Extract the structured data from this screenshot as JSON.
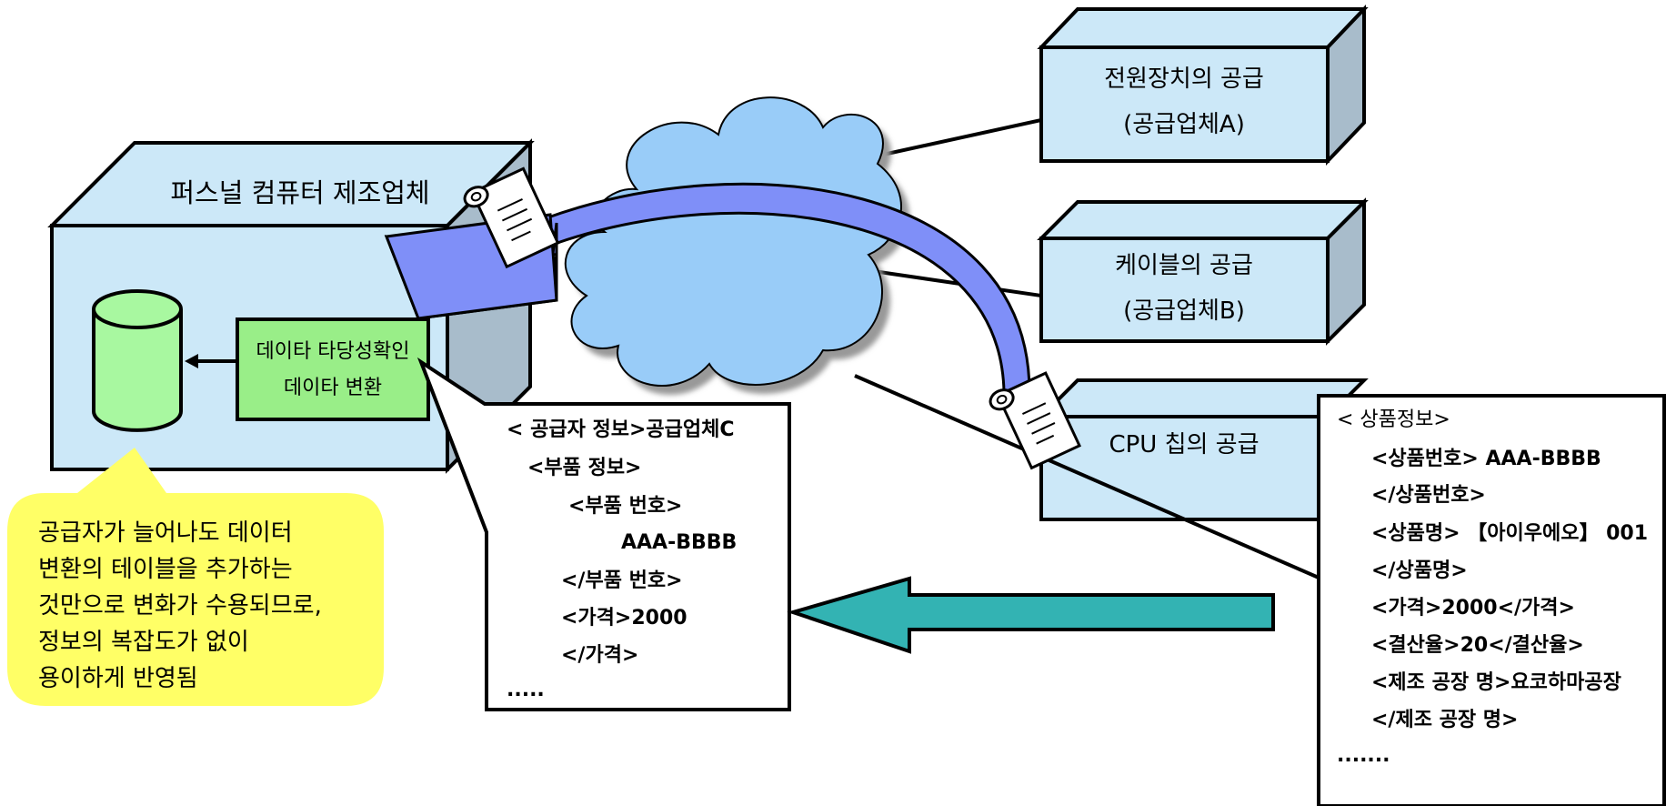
{
  "manufacturer": {
    "title": "퍼스널 컴퓨터 제조업체",
    "converter": [
      "데이타 타당성확인",
      "데이타 변환"
    ]
  },
  "suppliers": [
    {
      "lines": [
        "전원장치의 공급",
        "(공급업체A)"
      ]
    },
    {
      "lines": [
        "케이블의 공급",
        "(공급업체B)"
      ]
    },
    {
      "lines": [
        "CPU 칩의 공급"
      ]
    }
  ],
  "note": {
    "lines": [
      "공급자가 늘어나도 데이터",
      "변환의 테이블을 추가하는",
      "것만으로 변화가 수용되므로,",
      "정보의 복잡도가 없이",
      "용이하게 반영됨"
    ]
  },
  "converted_doc": {
    "lines": [
      "< 공급자 정보>공급업체C",
      "<부품 정보>",
      "<부품 번호>",
      "AAA-BBBB",
      "</부품 번호>",
      "<가격>2000",
      "</가격>",
      "....."
    ]
  },
  "product_doc": {
    "lines": [
      "< 상품정보>",
      "<상품번호> AAA-BBBB",
      "</상품번호>",
      "<상품명> 【아이우에오】 001",
      "</상품명>",
      "<가격>2000</가격>",
      "<결산율>20</결산율>",
      "<제조 공장 명>요코하마공장",
      "</제조 공장 명>",
      "......."
    ]
  },
  "colors": {
    "box_fill": "#cce8f8",
    "box_side": "#a8bccb",
    "cloud_fill": "#99ccf8",
    "arrow_curved": "#7f8ff8",
    "arrow_teal": "#33b3b3",
    "converter_fill": "#99ee88",
    "cylinder_fill": "#a8f8a0",
    "note_fill": "#ffff66"
  }
}
